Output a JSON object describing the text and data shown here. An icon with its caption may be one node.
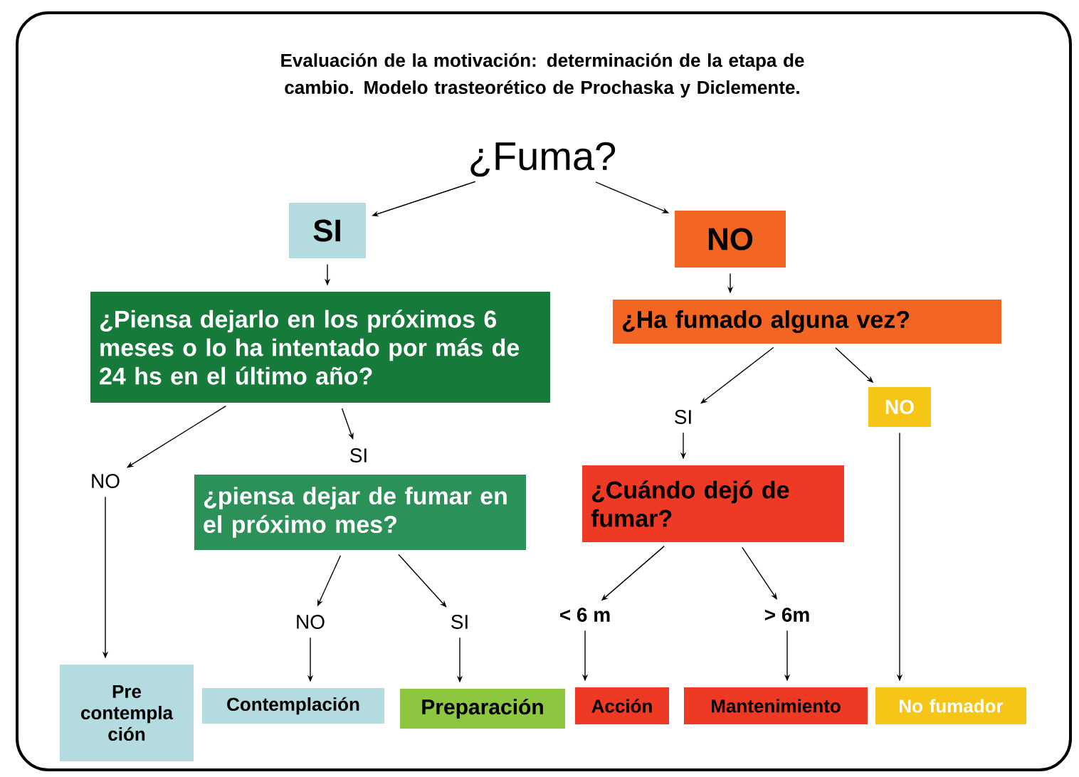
{
  "diagram": {
    "title": "Evaluación de la motivación: determinación de la etapa de cambio. Modelo trasteorético de Prochaska y Diclemente.",
    "nodes": [
      {
        "text": [
          "¿Fuma?"
        ]
      },
      {
        "text": [
          "SI"
        ]
      },
      {
        "text": [
          "NO"
        ]
      },
      {
        "text": [
          "¿Piensa dejarlo en los próximos 6 meses o lo ha intentado por más de 24 hs en el último año?"
        ]
      },
      {
        "text": [
          "¿Ha fumado alguna vez?"
        ]
      },
      {
        "text": [
          "NO"
        ]
      },
      {
        "text": [
          "SI"
        ]
      },
      {
        "text": [
          "SI"
        ]
      },
      {
        "text": [
          "NO"
        ]
      },
      {
        "text": [
          "¿piensa dejar de fumar en el próximo mes?"
        ]
      },
      {
        "text": [
          "¿Cuándo dejó de fumar?"
        ]
      },
      {
        "text": [
          "NO"
        ]
      },
      {
        "text": [
          "SI"
        ]
      },
      {
        "text": [
          "< 6 m"
        ]
      },
      {
        "text": [
          "> 6m"
        ]
      },
      {
        "text": [
          "Pre contempla ción"
        ]
      },
      {
        "text": [
          "Contemplación"
        ]
      },
      {
        "text": [
          "Preparación"
        ]
      },
      {
        "text": [
          "Acción"
        ]
      },
      {
        "text": [
          "Mantenimiento"
        ]
      },
      {
        "text": [
          "No fumador"
        ]
      }
    ],
    "edges": [
      {
        "from": 0,
        "to": 1,
        "arrow": "to"
      },
      {
        "from": 0,
        "to": 2,
        "arrow": "to"
      },
      {
        "from": 1,
        "to": 3,
        "arrow": "to"
      },
      {
        "from": 2,
        "to": 4,
        "arrow": "to"
      },
      {
        "from": 3,
        "to": 5,
        "arrow": "to"
      },
      {
        "from": 3,
        "to": 6,
        "arrow": "to"
      },
      {
        "from": 4,
        "to": 7,
        "arrow": "to"
      },
      {
        "from": 4,
        "to": 8,
        "arrow": "to"
      },
      {
        "from": 7,
        "to": 10,
        "arrow": "to"
      },
      {
        "from": 5,
        "to": 15,
        "arrow": "to"
      },
      {
        "from": 9,
        "to": 11,
        "arrow": "to"
      },
      {
        "from": 9,
        "to": 12,
        "arrow": "to"
      },
      {
        "from": 10,
        "to": 13,
        "arrow": "to"
      },
      {
        "from": 10,
        "to": 14,
        "arrow": "to"
      },
      {
        "from": 11,
        "to": 16,
        "arrow": "to"
      },
      {
        "from": 12,
        "to": 17,
        "arrow": "to"
      },
      {
        "from": 13,
        "to": 18,
        "arrow": "to"
      },
      {
        "from": 14,
        "to": 19,
        "arrow": "to"
      },
      {
        "from": 8,
        "to": 20,
        "arrow": "to"
      }
    ]
  }
}
